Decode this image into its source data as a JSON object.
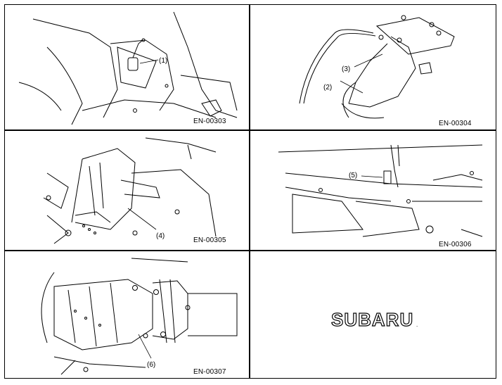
{
  "panels": [
    {
      "figure_id": "EN-00303",
      "callouts": [
        "(1)"
      ]
    },
    {
      "figure_id": "EN-00304",
      "callouts": [
        "(3)",
        "(2)"
      ]
    },
    {
      "figure_id": "EN-00305",
      "callouts": [
        "(4)"
      ]
    },
    {
      "figure_id": "EN-00306",
      "callouts": [
        "(5)"
      ]
    },
    {
      "figure_id": "EN-00307",
      "callouts": [
        "(6)"
      ]
    }
  ],
  "logo": {
    "text": "SUBARU",
    "mark": "."
  }
}
